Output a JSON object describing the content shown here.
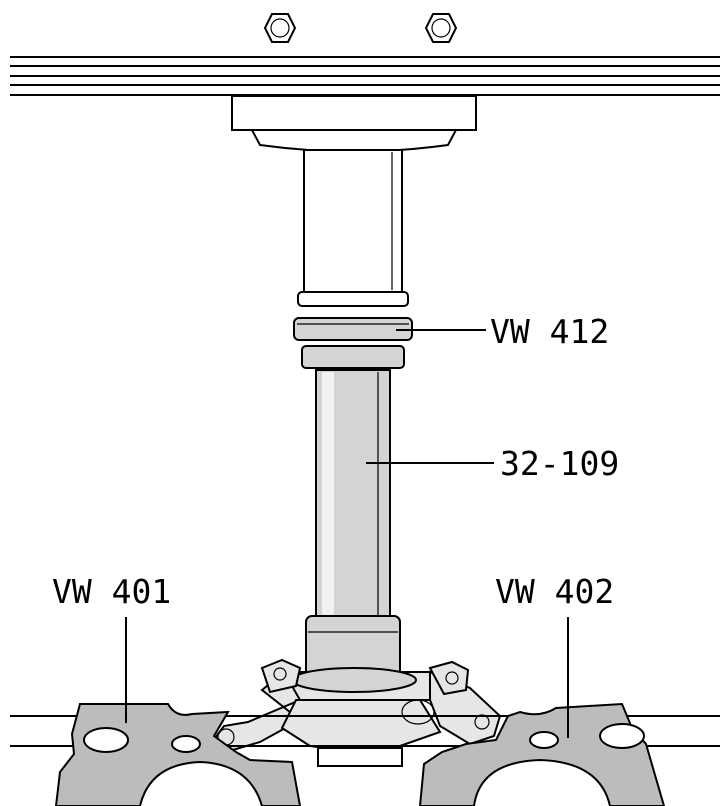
{
  "labels": {
    "vw412": "VW 412",
    "part32_109": "32-109",
    "vw401": "VW 401",
    "vw402": "VW 402"
  }
}
